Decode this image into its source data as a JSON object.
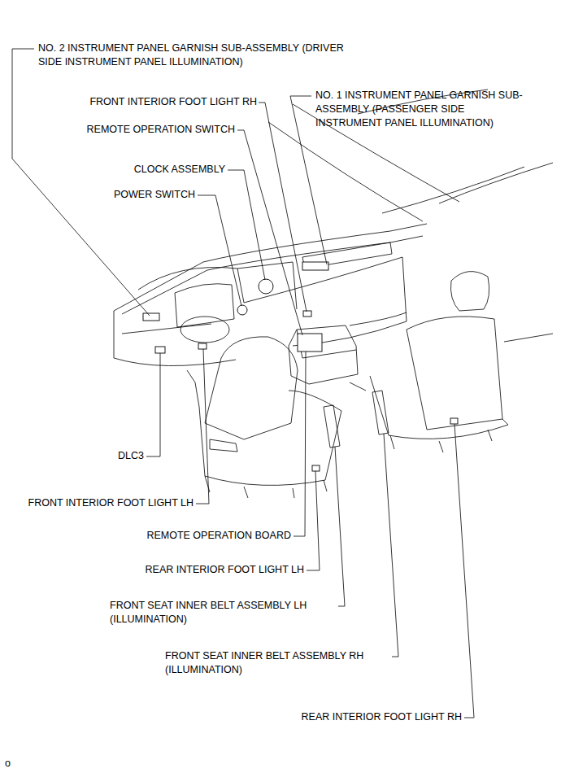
{
  "diagram": {
    "labels": [
      "NO. 2 INSTRUMENT PANEL GARNISH SUB-ASSEMBLY (DRIVER SIDE INSTRUMENT PANEL ILLUMINATION)",
      "NO. 1 INSTRUMENT PANEL GARNISH SUB-ASSEMBLY (PASSENGER SIDE INSTRUMENT PANEL ILLUMINATION)",
      "FRONT INTERIOR FOOT LIGHT RH",
      "REMOTE OPERATION SWITCH",
      "CLOCK ASSEMBLY",
      "POWER SWITCH",
      "DLC3",
      "FRONT INTERIOR FOOT LIGHT LH",
      "REMOTE OPERATION BOARD",
      "REAR INTERIOR FOOT LIGHT LH",
      "FRONT SEAT INNER BELT ASSEMBLY LH (ILLUMINATION)",
      "FRONT SEAT INNER BELT ASSEMBLY RH (ILLUMINATION)",
      "REAR INTERIOR FOOT LIGHT RH",
      "o"
    ]
  }
}
